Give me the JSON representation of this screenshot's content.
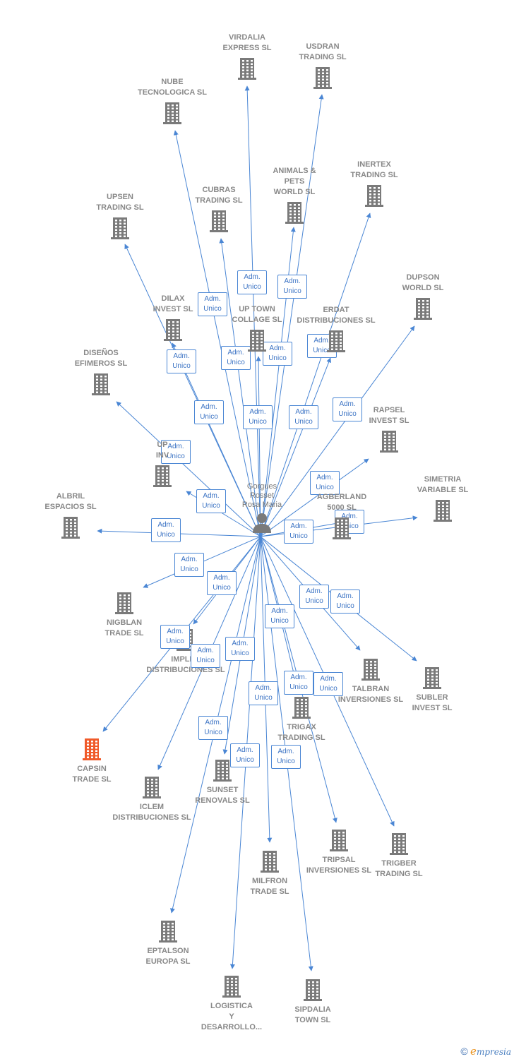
{
  "colors": {
    "edge": "#4a86d4",
    "building": "#7a7a7a",
    "highlight": "#f05a2a",
    "label": "#888888",
    "badge_border": "#4a86d4",
    "badge_text": "#3b73c4"
  },
  "person": {
    "name": "Gorgues\nRosset\nRosa Maria",
    "icon": "person-icon"
  },
  "role_label": "Adm.\nUnico",
  "companies": [
    {
      "id": "virdalia",
      "name": "VIRDALIA\nEXPRESS SL"
    },
    {
      "id": "usdran",
      "name": "USDRAN\nTRADING SL"
    },
    {
      "id": "nube",
      "name": "NUBE\nTECNOLOGICA SL"
    },
    {
      "id": "animals",
      "name": "ANIMALS &\nPETS\nWORLD SL"
    },
    {
      "id": "inertex",
      "name": "INERTEX\nTRADING SL"
    },
    {
      "id": "upsen",
      "name": "UPSEN\nTRADING SL"
    },
    {
      "id": "cubras",
      "name": "CUBRAS\nTRADING SL"
    },
    {
      "id": "dupson",
      "name": "DUPSON\nWORLD SL"
    },
    {
      "id": "dilax",
      "name": "DILAX\nINVEST SL"
    },
    {
      "id": "uptown",
      "name": "UP TOWN\nCOLLAGE SL"
    },
    {
      "id": "erdat",
      "name": "ERDAT\nDISTRIBUCIONES SL"
    },
    {
      "id": "disenos",
      "name": "DISEÑOS\nEFIMEROS SL"
    },
    {
      "id": "rapsel",
      "name": "RAPSEL\nINVEST SL"
    },
    {
      "id": "upinv",
      "name": "UP\nINV"
    },
    {
      "id": "simetria",
      "name": "SIMETRIA\nVARIABLE SL"
    },
    {
      "id": "albril",
      "name": "ALBRIL\nESPACIOS SL"
    },
    {
      "id": "agberland",
      "name": "AGBERLAND\n5000 SL"
    },
    {
      "id": "nigblan",
      "name": "NIGBLAN\nTRADE SL"
    },
    {
      "id": "implen",
      "name": "IMPLEN\nDISTRIBUCIONES SL"
    },
    {
      "id": "talbran",
      "name": "TALBRAN\nINVERSIONES SL"
    },
    {
      "id": "subler",
      "name": "SUBLER\nINVEST SL"
    },
    {
      "id": "trigax",
      "name": "TRIGAX\nTRADING SL"
    },
    {
      "id": "capsin",
      "name": "CAPSIN\nTRADE  SL"
    },
    {
      "id": "iclem",
      "name": "ICLEM\nDISTRIBUCIONES SL"
    },
    {
      "id": "sunset",
      "name": "SUNSET\nRENOVALS SL"
    },
    {
      "id": "tripsal",
      "name": "TRIPSAL\nINVERSIONES SL"
    },
    {
      "id": "trigber",
      "name": "TRIGBER\nTRADING SL"
    },
    {
      "id": "milfron",
      "name": "MILFRON\nTRADE SL"
    },
    {
      "id": "eptalson",
      "name": "EPTALSON\nEUROPA SL"
    },
    {
      "id": "logistica",
      "name": "LOGISTICA\nY\nDESARROLLO..."
    },
    {
      "id": "sipdalia",
      "name": "SIPDALIA\nTOWN SL"
    }
  ],
  "highlighted_company": "capsin",
  "footer": {
    "copyright": "©",
    "brand_initial": "e",
    "brand_rest": "mpresia"
  }
}
